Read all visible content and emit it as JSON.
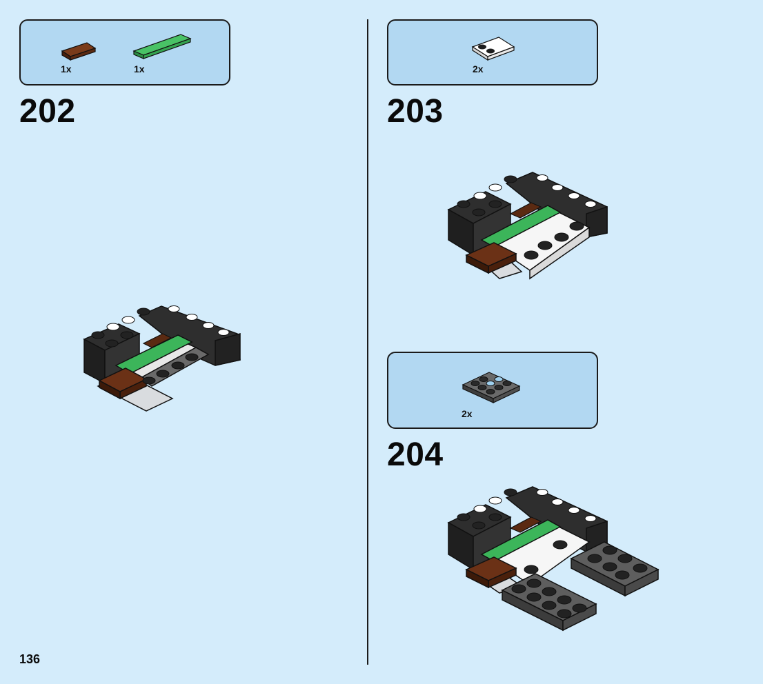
{
  "page_number": "136",
  "steps": [
    {
      "number": "202",
      "parts": [
        {
          "qty": "1x",
          "part": "brown-tile-1x2",
          "color": "#5b2a12"
        },
        {
          "qty": "1x",
          "part": "green-tile-1x6",
          "color": "#3cb55a"
        }
      ]
    },
    {
      "number": "203",
      "parts": [
        {
          "qty": "2x",
          "part": "white-plate-2x2-corner",
          "color": "#ffffff"
        }
      ]
    },
    {
      "number": "204",
      "parts": [
        {
          "qty": "2x",
          "part": "dark-grey-plate-2x4",
          "color": "#5b5b5b"
        }
      ]
    }
  ],
  "colors": {
    "background": "#d4ecfb",
    "parts_box": "#b2d8f2",
    "black_brick": "#2a2a2a",
    "grey_plate": "#5b5b5b",
    "light_grey": "#cfd3d6",
    "brown": "#5b2a12",
    "green": "#3cb55a"
  }
}
